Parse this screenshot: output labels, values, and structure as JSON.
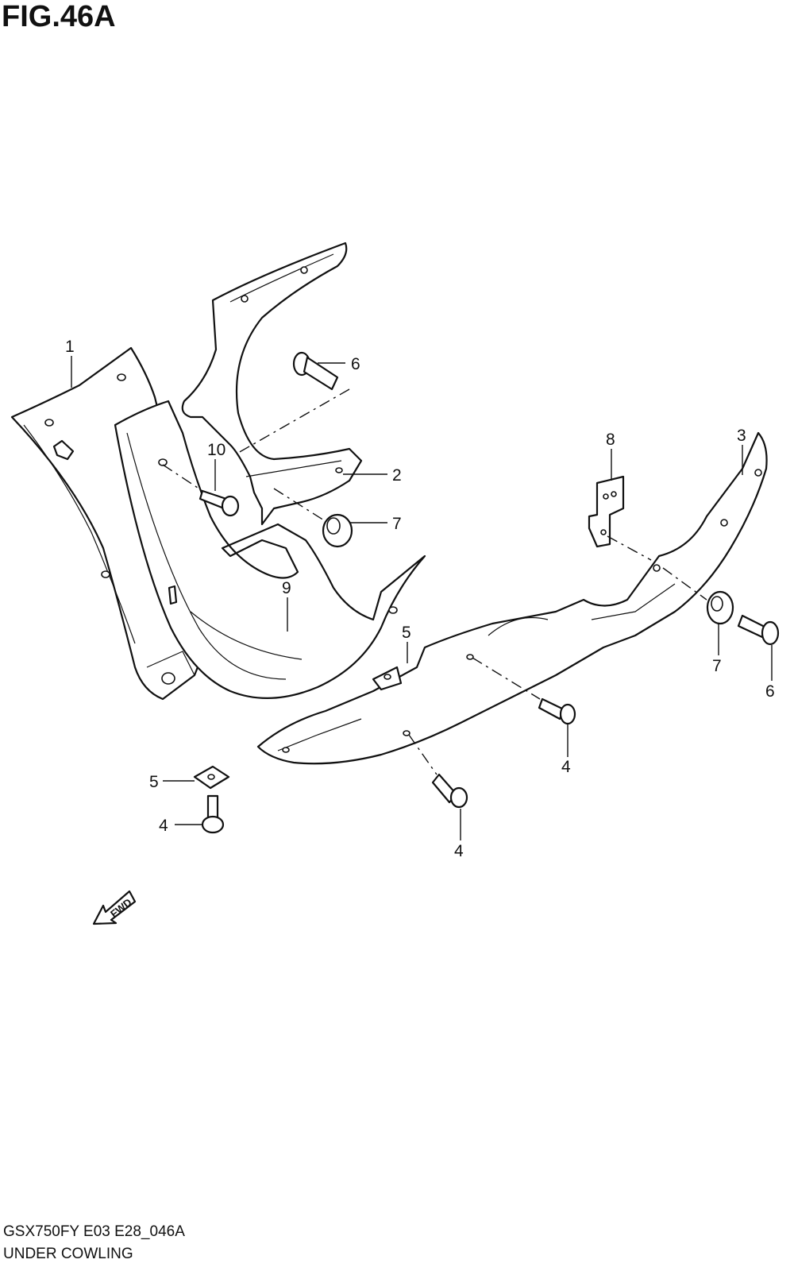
{
  "figure": {
    "title": "FIG.46A",
    "code": "GSX750FY E03 E28_046A",
    "name": "UNDER COWLING"
  },
  "callouts": {
    "c1": "1",
    "c2": "2",
    "c3": "3",
    "c4a": "4",
    "c4b": "4",
    "c4c": "4",
    "c5a": "5",
    "c5b": "5",
    "c6a": "6",
    "c6b": "6",
    "c7a": "7",
    "c7b": "7",
    "c8": "8",
    "c9": "9",
    "c10": "10"
  },
  "direction": {
    "label": "FWD",
    "icon": "forward-arrow-icon"
  }
}
